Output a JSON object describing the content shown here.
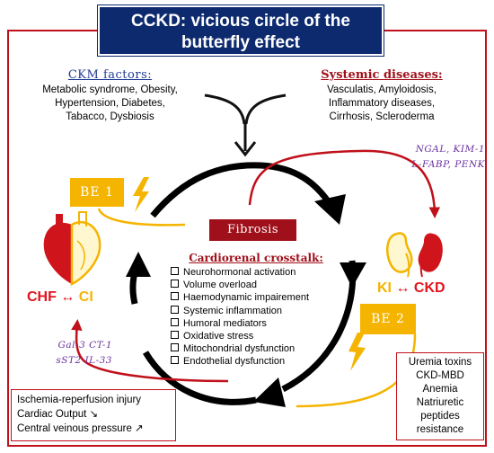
{
  "title": {
    "line1": "CCKD: vicious circle of the",
    "line2": "butterfly effect"
  },
  "ckm_factors": {
    "heading": "CKM factors:",
    "lines": [
      "Metabolic syndrome, Obesity,",
      "Hypertension, Diabetes,",
      "Tabacco, Dysbiosis"
    ]
  },
  "systemic_diseases": {
    "heading": "Systemic diseases:",
    "lines": [
      "Vasculatis, Amyloidosis,",
      "Inflammatory diseases,",
      "Cirrhosis, Scleroderma"
    ]
  },
  "kidney_markers": {
    "line1": "NGAL, KIM-1",
    "line2": "L-FABP, PENK"
  },
  "be1_label": "BE 1",
  "be2_label": "BE 2",
  "fibrosis_label": "Fibrosis",
  "cardiorenal": {
    "heading": "Cardiorenal crosstalk:",
    "items": [
      "Neurohormonal activation",
      "Volume overload",
      "Haemodynamic impairement",
      "Systemic inflammation",
      "Humoral mediators",
      "Oxidative stress",
      "Mitochondrial dysfunction",
      "Endothelial dysfunction"
    ]
  },
  "chf_label": "CHF",
  "ci_label": "CI",
  "chf_arrow": "↔",
  "ki_label": "KI",
  "ckd_label": "CKD",
  "ki_arrow": "↔",
  "cardiac_markers": {
    "line1": "Gal-3 CT-1",
    "line2": "sST2 IL-33"
  },
  "cardiac_box": {
    "lines": [
      "Ischemia-reperfusion injury",
      "Cardiac Output ↘",
      "Central veinous pressure ↗"
    ]
  },
  "renal_box": {
    "lines": [
      "Uremia toxins",
      "CKD-MBD",
      "Anemia",
      "Natriuretic",
      "peptides",
      "resistance"
    ]
  },
  "icons": {
    "heart": "heart-icon",
    "kidney": "kidney-icon",
    "lightning": "lightning-icon"
  },
  "colors": {
    "title_bg": "#0d2a6e",
    "frame_red": "#c0101a",
    "be_yellow": "#f4b400",
    "fibrosis_red": "#a0101a",
    "marker_purple": "#6a2fa0",
    "label_red": "#e0141e"
  }
}
